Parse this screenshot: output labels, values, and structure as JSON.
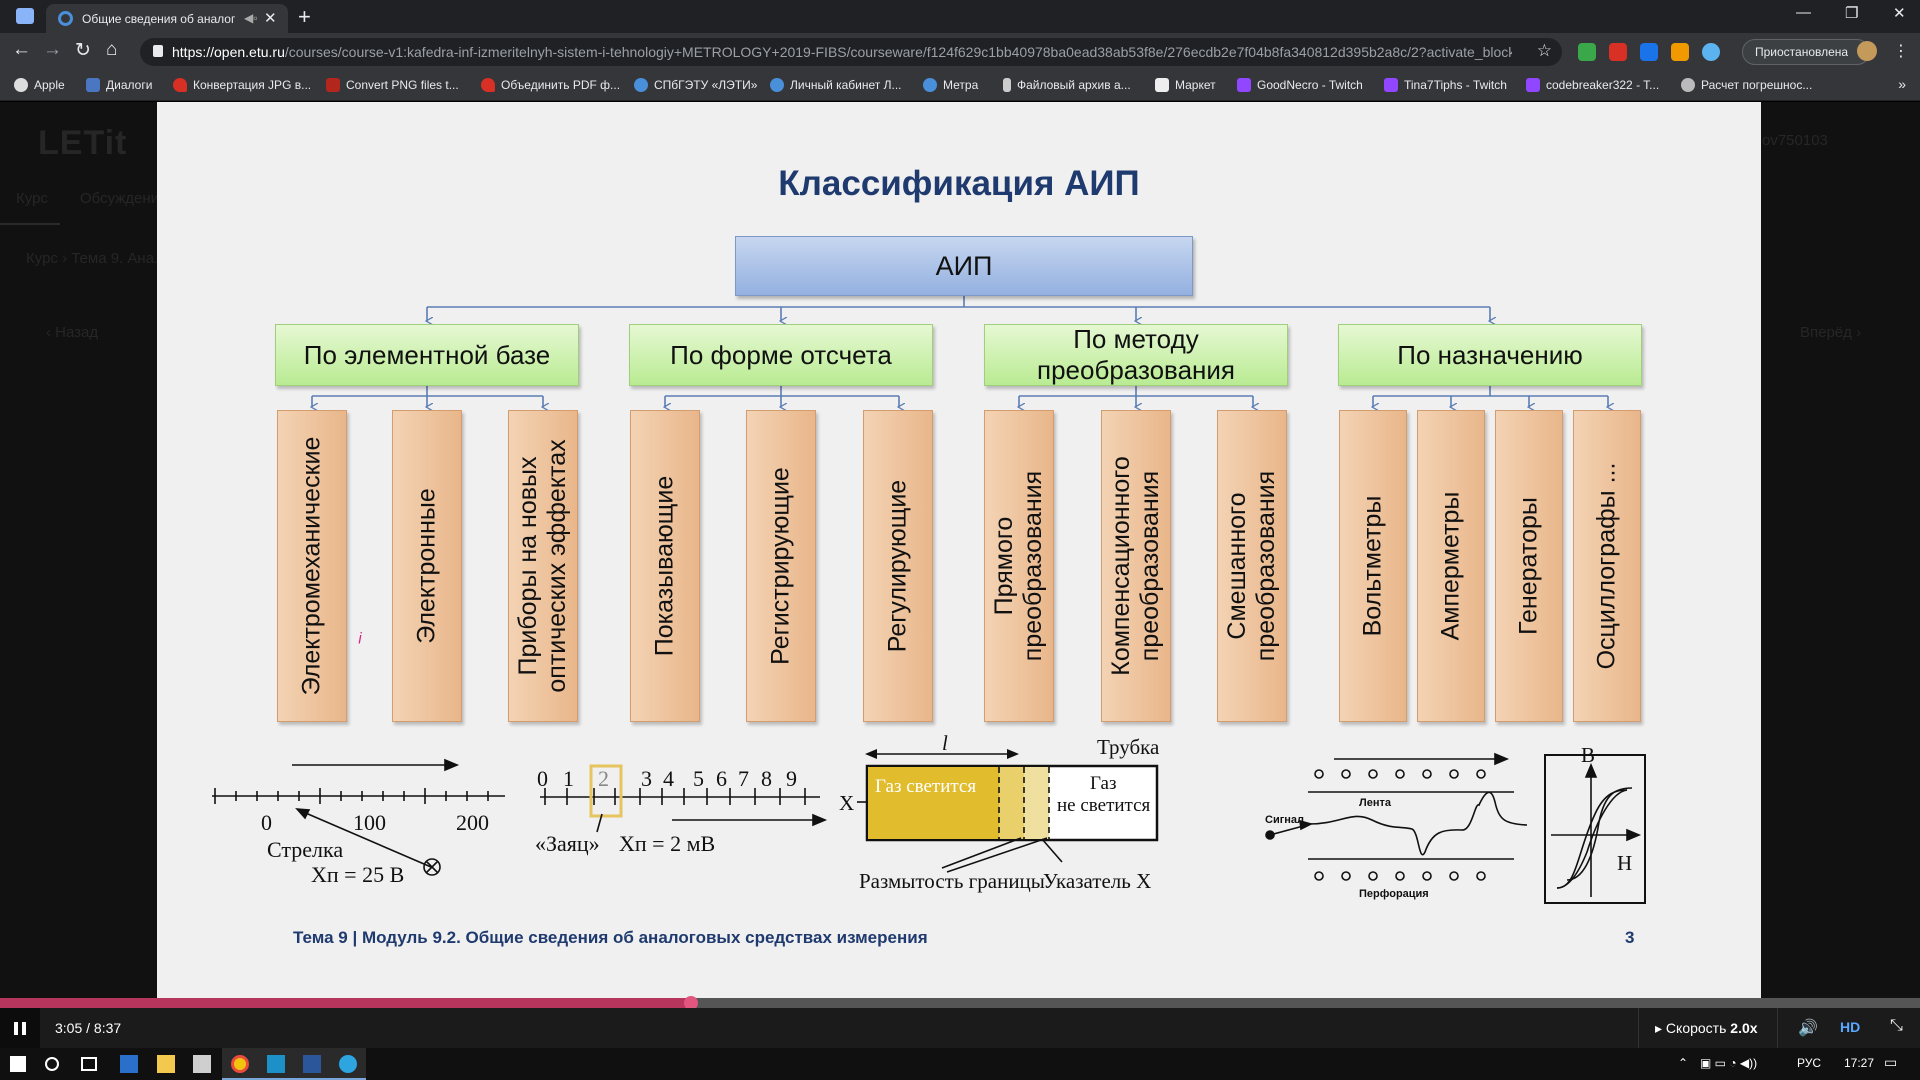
{
  "browser": {
    "tab_title": "Общие сведения об аналог",
    "tab_audio": "◀▫",
    "tab_close": "✕",
    "new_tab": "+",
    "win_min": "—",
    "win_restore": "❐",
    "win_close": "✕",
    "url_host": "https://open.etu.ru",
    "url_rest": "/courses/course-v1:kafedra-inf-izmeritelnyh-sistem-i-tehnologiy+METROLOGY+2019-FIBS/courseware/f124f629c1bb40978ba0ead38ab53f8e/276ecdb2e7f04b8fa340812d395b2a8c/2?activate_block_...",
    "paused_label": "Приостановлена",
    "back": "←",
    "forward": "→",
    "reload": "↻",
    "home": "⌂",
    "star": "☆",
    "kebab": "⋮",
    "bookmarks": [
      "Apple",
      "Диалоги",
      "Конвертация JPG в...",
      "Convert PNG files t...",
      "Объединить PDF ф...",
      "СПбГЭТУ «ЛЭТИ»",
      "Личный кабинет Л...",
      "Метра",
      "Файловый архив а...",
      "Маркет",
      "GoodNecro - Twitch",
      "Tina7Tiphs - Twitch",
      "codebreaker322 - T...",
      "Расчет погрешнос..."
    ],
    "bookmarks_more": "»"
  },
  "background_page": {
    "logo": "LETit",
    "tab_course": "Курс",
    "tab_other": "Обсуждение",
    "breadcrumb": "Курс › Тема 9. Ана...",
    "nav_back": "‹ Назад",
    "nav_forward": "Вперёд ›",
    "user": "ov750103"
  },
  "slide": {
    "title": "Классификация АИП",
    "root": "АИП",
    "categories": [
      {
        "label": "По элементной базе",
        "items": [
          "Электромеханические",
          "Электронные",
          "Приборы на новых\nоптических эффектах"
        ]
      },
      {
        "label": "По форме отсчета",
        "items": [
          "Показывающие",
          "Регистрирующие",
          "Регулирующие"
        ]
      },
      {
        "label": "По методу\nпреобразования",
        "items": [
          "Прямого\nпреобразования",
          "Компенсационного\nпреобразования",
          "Смешанного\nпреобразования"
        ]
      },
      {
        "label": "По назначению",
        "items": [
          "Вольтметры",
          "Амперметры",
          "Генераторы",
          "Осциллографы ..."
        ]
      }
    ],
    "fig_analog": {
      "ticks": [
        "0",
        "100",
        "200"
      ],
      "caption": "Стрелка",
      "formula": "Xп = 25 В"
    },
    "fig_digital": {
      "digits": [
        "0",
        "1",
        "2",
        "3",
        "4",
        "5",
        "6",
        "7",
        "8",
        "9"
      ],
      "caption": "«Заяц»",
      "formula": "Xп = 2 мВ"
    },
    "fig_tube": {
      "length": "l",
      "tube": "Трубка",
      "glow": "Газ светится",
      "no_glow_1": "Газ",
      "no_glow_2": "не светится",
      "x": "X",
      "blur": "Размытость границы",
      "pointer": "Указатель X"
    },
    "fig_tape": {
      "tape": "Лента",
      "signal": "Сигнал",
      "perforation": "Перфорация"
    },
    "fig_hyst": {
      "b": "B",
      "h": "H"
    },
    "mark": "ᵢ",
    "footer": "Тема 9 | Модуль 9.2. Общие сведения об аналоговых средствах измерения",
    "page_number": "3"
  },
  "player": {
    "progress": 0.36,
    "time": "3:05 / 8:37",
    "speed_label": "Скорость",
    "speed_value": "2.0x",
    "hd": "HD",
    "volume": "🔊",
    "fullscreen": "⤡"
  },
  "taskbar": {
    "lang": "РУС",
    "clock": "17:27"
  }
}
